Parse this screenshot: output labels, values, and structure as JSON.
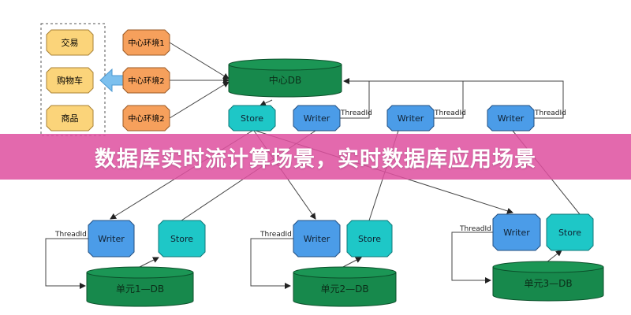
{
  "banner": {
    "title": "数据库实时流计算场景，实时数据库应用场景"
  },
  "colors": {
    "yellow": "#fbd47a",
    "orange": "#f6a05c",
    "db": "#17894c",
    "store": "#1ec7c7",
    "writer": "#4b9ce8",
    "banner": "#de50a0"
  },
  "left_group": [
    "交易",
    "购物车",
    "商品"
  ],
  "envs": [
    "中心环境1",
    "中心环境2",
    "中心环境2"
  ],
  "center_db": "中心DB",
  "store_label": "Store",
  "writer_label": "Writer",
  "thread_label": "ThreadId",
  "unit_dbs": [
    "单元1—DB",
    "单元2—DB",
    "单元3—DB"
  ]
}
